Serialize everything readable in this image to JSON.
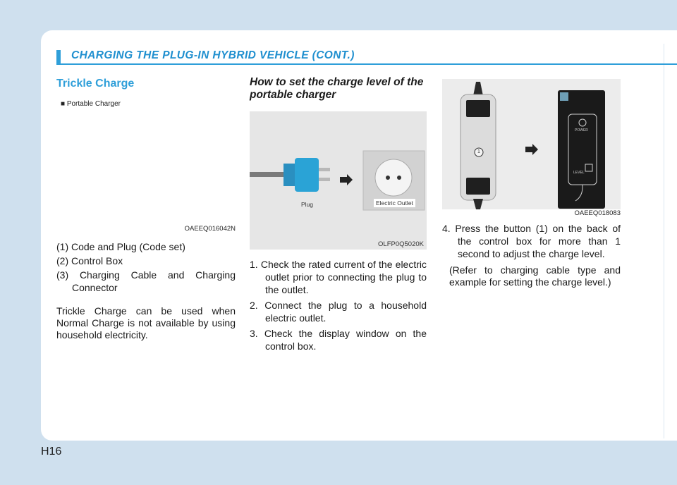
{
  "header": {
    "title": "CHARGING THE PLUG-IN HYBRID VEHICLE (CONT.)"
  },
  "col1": {
    "heading": "Trickle Charge",
    "figure_label": "■ Portable Charger",
    "figure_code": "OAEEQ016042N",
    "list": [
      "(1) Code and Plug (Code set)",
      "(2) Control Box",
      "(3) Charging Cable and Charging Connector"
    ],
    "paragraph": "Trickle Charge can be used when Normal Charge is not available by using household electricity."
  },
  "col2": {
    "heading": "How to set the charge level of the portable charger",
    "figure_plug_label": "Plug",
    "figure_outlet_label": "Electric Outlet",
    "figure_code": "OLFP0Q5020K",
    "steps": [
      "1. Check the rated current of the electric outlet prior to connecting the plug to the outlet.",
      "2. Connect the plug to a household electric outlet.",
      "3. Check the display window on the control box."
    ]
  },
  "col3": {
    "figure_button_number": "1",
    "figure_power_label": "POWER",
    "figure_level_label": "LEVEL",
    "figure_code": "OAEEQ018083",
    "step": "4. Press the button (1) on the back of the control box for more than 1 second to adjust the charge level.",
    "note": "(Refer to charging cable type and example for setting the charge level.)"
  },
  "page_number": "H16"
}
